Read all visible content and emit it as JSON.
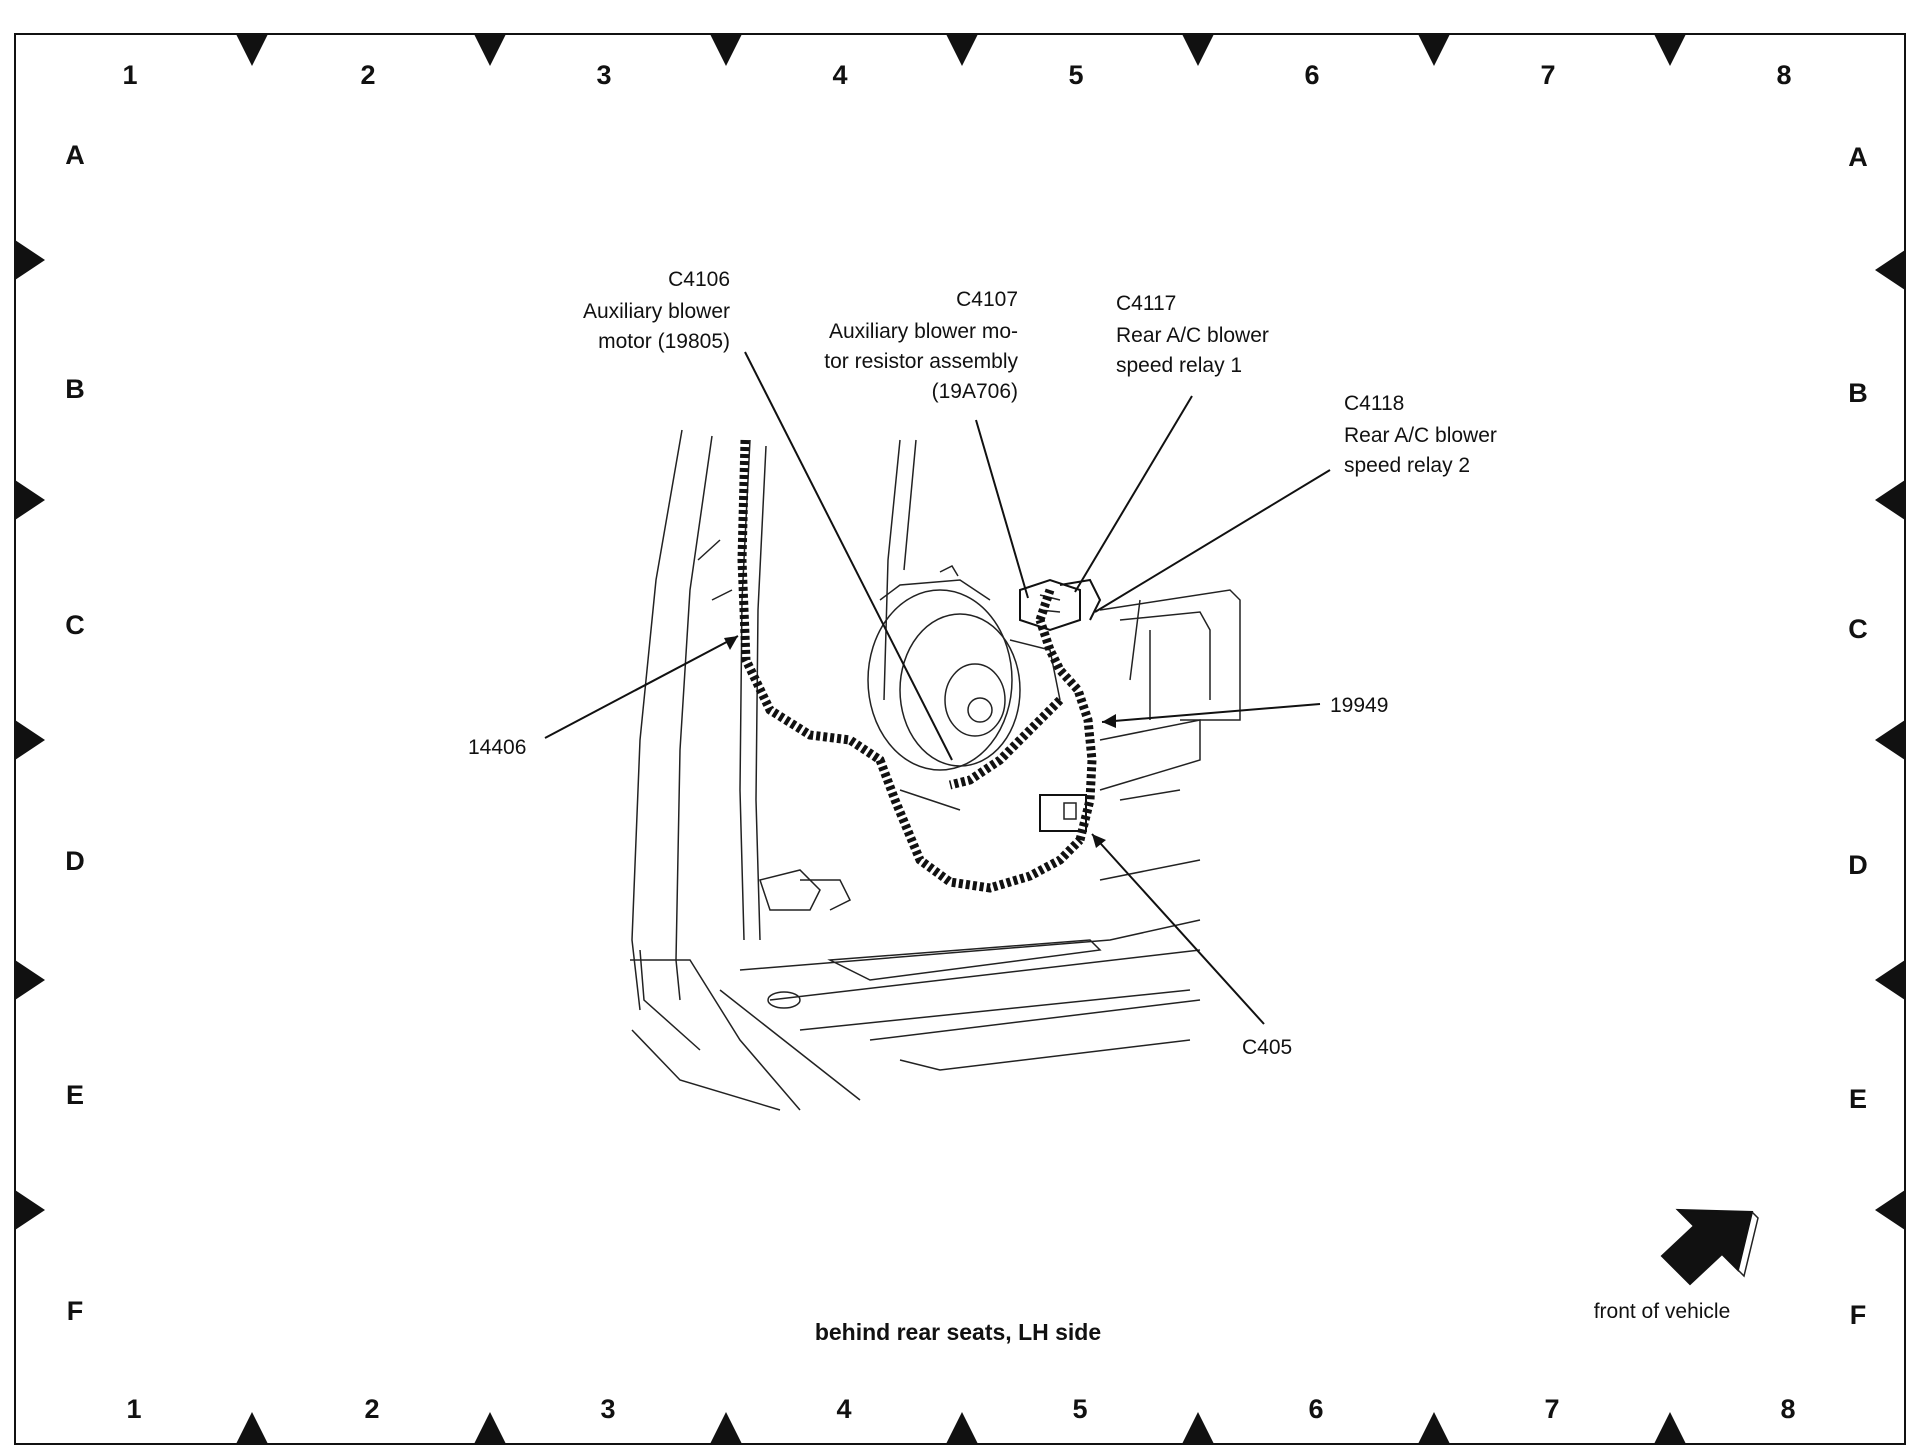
{
  "grid": {
    "columns": [
      "1",
      "2",
      "3",
      "4",
      "5",
      "6",
      "7",
      "8"
    ],
    "rows": [
      "A",
      "B",
      "C",
      "D",
      "E",
      "F"
    ]
  },
  "callouts": {
    "c4106": {
      "id": "C4106",
      "line1": "Auxiliary blower",
      "line2": "motor (19805)"
    },
    "c4107": {
      "id": "C4107",
      "line1": "Auxiliary blower mo-",
      "line2": "tor resistor assembly",
      "line3": "(19A706)"
    },
    "c4117": {
      "id": "C4117",
      "line1": "Rear A/C blower",
      "line2": "speed relay 1"
    },
    "c4118": {
      "id": "C4118",
      "line1": "Rear A/C blower",
      "line2": "speed relay 2"
    },
    "h19949": {
      "id": "19949"
    },
    "h14406": {
      "id": "14406"
    },
    "c405": {
      "id": "C405"
    }
  },
  "caption": "behind rear seats, LH side",
  "orientation": {
    "label": "front of vehicle",
    "icon": "front-arrow-icon"
  }
}
